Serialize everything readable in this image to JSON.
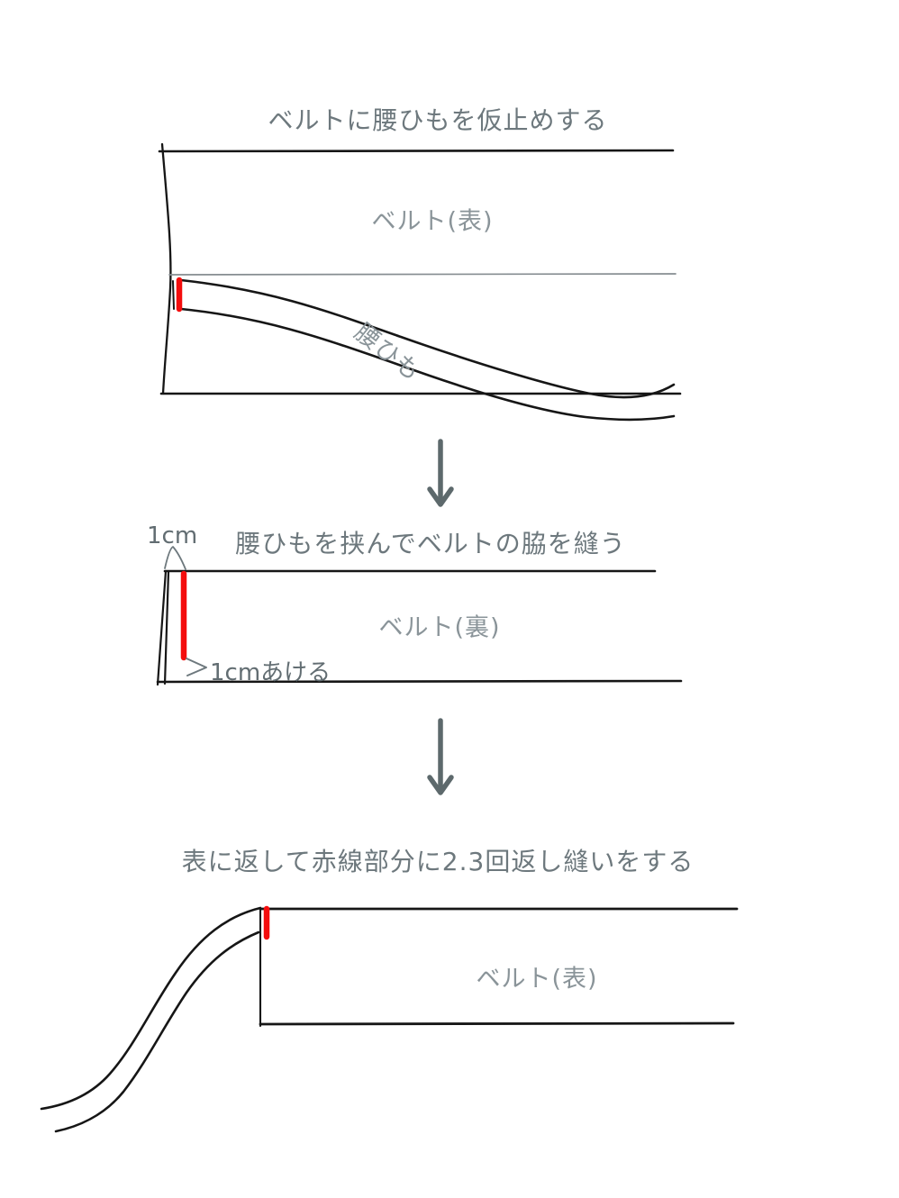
{
  "colors": {
    "red_stitch": "#f40d0d",
    "outline": "#161616",
    "fold_line_gray": "#868d91",
    "arrow": "#5d696c",
    "annotation_gray": "#6d787d"
  },
  "steps": [
    {
      "title": "ベルトに腰ひもを仮止めする",
      "belt_label": "ベルト(表)",
      "tie_label": "腰ひも"
    },
    {
      "title": "腰ひもを挟んでベルトの脇を縫う",
      "belt_label": "ベルト(裏)",
      "measure_top": "1cm",
      "measure_bottom": "1cmあける"
    },
    {
      "title": "表に返して赤線部分に2.3回返し縫いをする",
      "belt_label": "ベルト(表)"
    }
  ]
}
